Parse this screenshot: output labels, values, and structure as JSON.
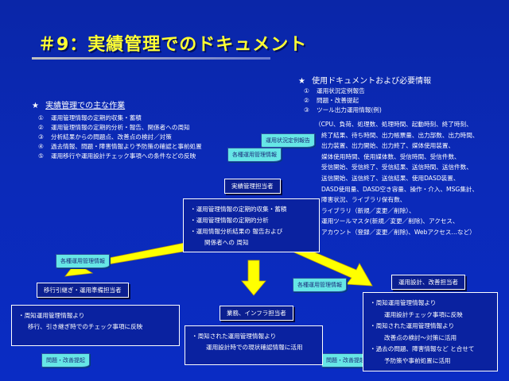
{
  "title": "＃9：実績管理でのドキュメント",
  "main_work": {
    "heading": "実績管理での主な作業",
    "items": [
      {
        "num": "①",
        "text": "運用管理情報の定期的収集・蓄積"
      },
      {
        "num": "②",
        "text": "運用管理情報の定期的分析・報告、関係者への周知"
      },
      {
        "num": "③",
        "text": "分析結果からの問題点、改善点の検討／対策"
      },
      {
        "num": "④",
        "text": "過去情報、問題・障害情報より予防策の確認と事前処置"
      },
      {
        "num": "⑤",
        "text": "運用移行や運用設計チェック事項への条件などの反映"
      }
    ]
  },
  "docs_info": {
    "heading": "使用ドキュメントおよび必要情報",
    "items": [
      {
        "num": "①",
        "text": "運用状況定例報告"
      },
      {
        "num": "②",
        "text": "問題・改善提起"
      },
      {
        "num": "③",
        "text": "ツール出力運用情報(例)"
      }
    ],
    "tool_lines": [
      "（CPU、負荷、処理数、処理時間、起動時刻、終了時刻、",
      "終了結果、待ち時間、出力帳票量、出力部数、出力時間、",
      "出力装置、出力開始、出力終了、媒体使用装置、",
      "媒体使用時間、使用媒体数、受信時間、受信件数、",
      "受信開始、受信終了、受信結果、送信時間、送信件数、",
      "送信開始、送信終了、送信結果、使用DASD装置、",
      "DASD使用量、DASD空き容量、操作・介入、MSG集計、",
      "障害状況、ライブラリ保有数、",
      "ライブラリ（新規／変更／削除）、",
      "運用ツールマスタ(新規／変更／削除)、アクセス、",
      "アカウント（登録／変更／削除)、Webアクセス…など）"
    ]
  },
  "docs": {
    "status_report": "運用状況定例報告",
    "various_info_top": "各種運用管理情報",
    "various_info_left": "各種運用管理情報",
    "various_info_mid": "各種運用管理情報",
    "problem_left": "問題・改善提起",
    "problem_right": "問題・改善提起"
  },
  "labels": {
    "center": "実績管理担当者",
    "left": "移行引継ぎ・運用準備担当者",
    "middle": "業務、インフラ担当者",
    "right": "運用設計、改善担当者"
  },
  "center_box": [
    "・運用管理情報の定期的収集・蓄積",
    "・運用管理情報の定期的分析",
    "・運用情報分析結果の 報告および",
    "関係者への 周知"
  ],
  "left_box": [
    "・周知運用管理情報より",
    "移行、引き継ぎ時でのチェック事項に反映"
  ],
  "middle_box": [
    "・周知された運用管理情報より",
    "運用設計時での現状確認情報に活用"
  ],
  "right_box": [
    "・周知運用管理情報より",
    "運用設計チェック事項に反映",
    "・周知された運用管理情報より",
    "改善点の検討～対策に活用",
    "・過去の問題、障害情報など と合せて",
    "予防策や事前処置に活用"
  ],
  "colors": {
    "background": "#0b2ab8",
    "title": "#ffff33",
    "arrow": "#ffff00",
    "doc_shape": "#66e6e6"
  }
}
